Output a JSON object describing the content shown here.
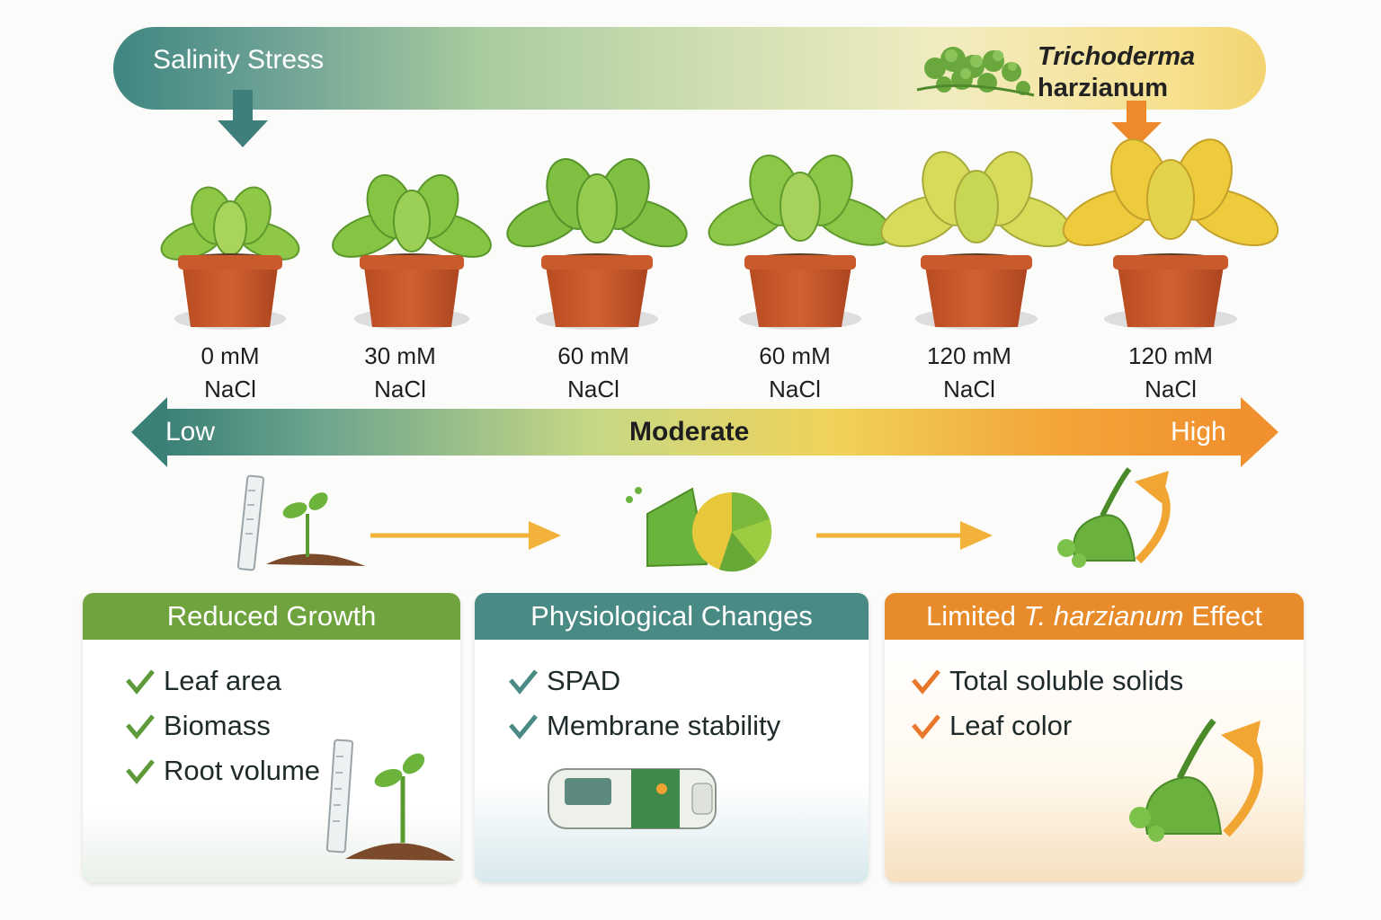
{
  "banner": {
    "stress_label": "Salinity Stress",
    "organism_line1": "Trichoderma",
    "organism_line2": "harzianum"
  },
  "pots": [
    {
      "conc": "0 mM",
      "unit": "NaCl"
    },
    {
      "conc": "30 mM",
      "unit": "NaCl"
    },
    {
      "conc": "60 mM",
      "unit": "NaCl"
    },
    {
      "conc": "60 mM",
      "unit": "NaCl"
    },
    {
      "conc": "120 mM",
      "unit": "NaCl"
    },
    {
      "conc": "120 mM",
      "unit": "NaCl"
    }
  ],
  "scale": {
    "low": "Low",
    "moderate": "Moderate",
    "high": "High"
  },
  "cards": [
    {
      "title": "Reduced Growth",
      "items": [
        "Leaf area",
        "Biomass",
        "Root volume"
      ]
    },
    {
      "title": "Physiological Changes",
      "items": [
        "SPAD",
        "Membrane stability"
      ]
    },
    {
      "title_prefix": "Limited ",
      "title_italic": "T. harzianum",
      "title_suffix": " Effect",
      "items": [
        "Total soluble solids",
        "Leaf color"
      ]
    }
  ],
  "colors": {
    "teal": "#4a8a84",
    "green": "#6ea33d",
    "orange": "#e88b2a"
  }
}
